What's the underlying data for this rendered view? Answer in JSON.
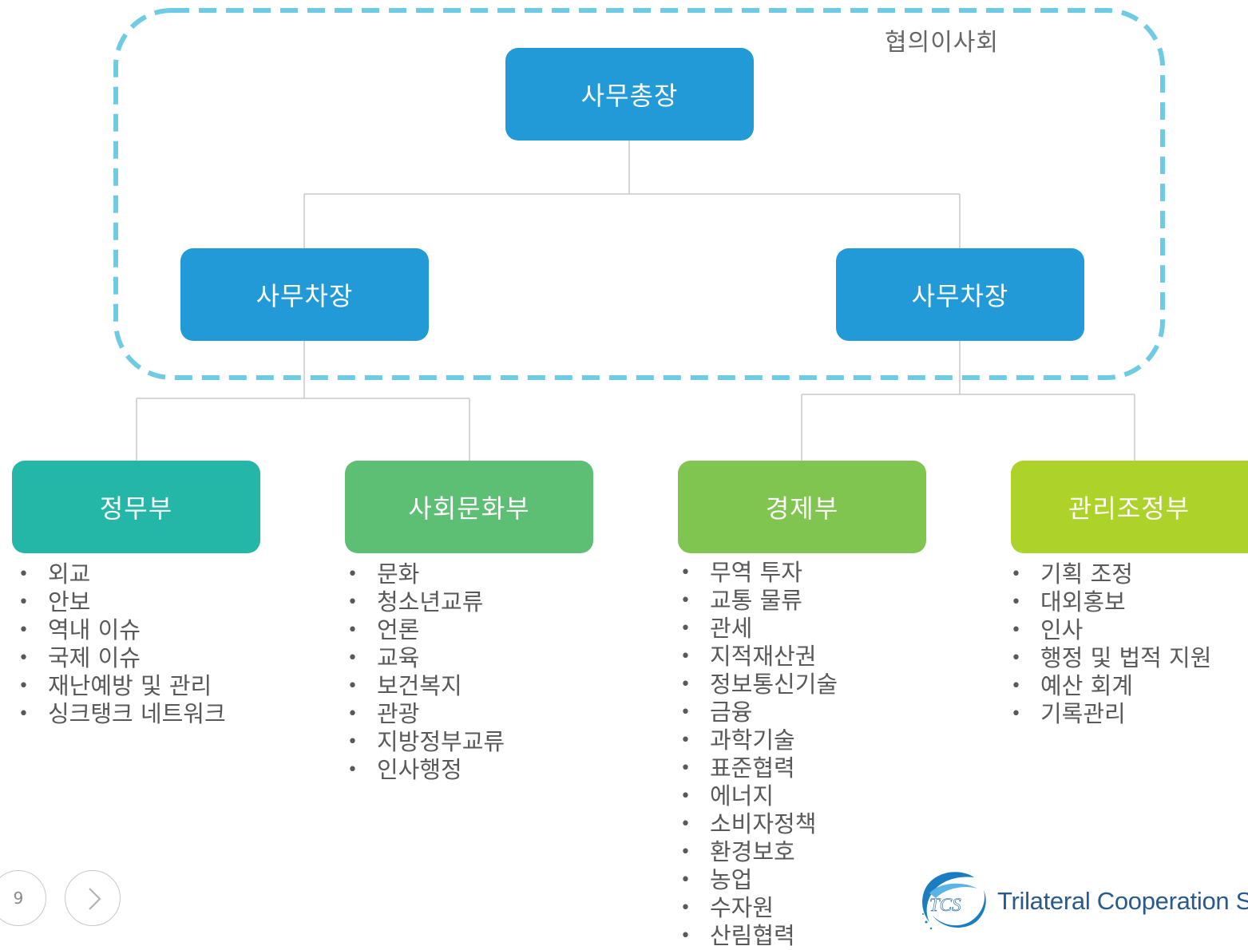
{
  "council": {
    "label": "협의이사회"
  },
  "secretary_general": {
    "label": "사무총장"
  },
  "deputies": [
    {
      "label": "사무차장"
    },
    {
      "label": "사무차장"
    }
  ],
  "departments": [
    {
      "label": "정무부",
      "color": "#24b7a8",
      "items": [
        "외교",
        "안보",
        "역내 이슈",
        "국제 이슈",
        "재난예방 및 관리",
        "싱크탱크 네트워크"
      ]
    },
    {
      "label": "사회문화부",
      "color": "#5cbf73",
      "items": [
        "문화",
        "청소년교류",
        "언론",
        "교육",
        "보건복지",
        "관광",
        "지방정부교류",
        "인사행정"
      ]
    },
    {
      "label": "경제부",
      "color": "#80c550",
      "items": [
        "무역 투자",
        "교통 물류",
        "관세",
        "지적재산권",
        "정보통신기술",
        "금융",
        "과학기술",
        "표준협력",
        "에너지",
        "소비자정책",
        "환경보호",
        "농업",
        "수자원",
        "산림협력"
      ]
    },
    {
      "label": "관리조정부",
      "color": "#add22a",
      "items": [
        "기획 조정",
        "대외홍보",
        "인사",
        "행정 및 법적 지원",
        "예산 회계",
        "기록관리"
      ]
    }
  ],
  "footer": {
    "page_number": "9",
    "next_icon": "chevron-right-icon",
    "logo_mark_text": "TCS",
    "logo_text": "Trilateral Cooperation S"
  },
  "colors": {
    "primary_blue": "#229ad8",
    "council_dash": "#6fcbe4",
    "connector": "#c8c8c8"
  }
}
